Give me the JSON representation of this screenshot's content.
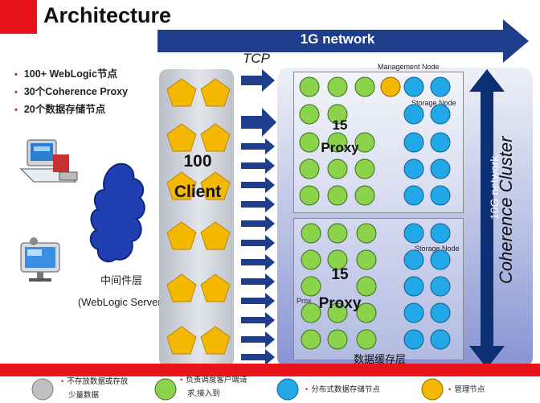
{
  "title": "Architecture",
  "network_1g": "1G network",
  "tcp": "TCP",
  "bullets": [
    "100+ WebLogic节点",
    "30个Coherence Proxy",
    "20个数据存储节点"
  ],
  "client": {
    "count": "100",
    "label": "Client"
  },
  "management_node": "Management Node",
  "storage_node_top": "Storage Node",
  "storage_node_bottom": "Storage Node",
  "proxy_top": {
    "count": "15",
    "label": "Proxy"
  },
  "proxy_bottom": {
    "count": "15",
    "label": "Proxy"
  },
  "proxy_small": "Prox",
  "data_cache_layer": "数据缓存层",
  "network_10g": "10G network",
  "coherence_cluster": "Coherence Cluster",
  "middleware": {
    "label": "中间件层",
    "sub": "(WebLogic Server)"
  },
  "legend": [
    {
      "line1": "不存放数据或存放",
      "line2": "少量数据",
      "color": "#c0c0c0"
    },
    {
      "line1": "负责调度客户端请",
      "line2": "求,接入到",
      "color": "#8cd34c"
    },
    {
      "line1": "分布式数据存储节点",
      "line2": "",
      "color": "#22a8e6"
    },
    {
      "line1": "管理节点",
      "line2": "",
      "color": "#f5b800"
    }
  ],
  "colors": {
    "red": "#e8141b",
    "navy": "#1e3e8c",
    "green": "#8cd34c",
    "blue": "#22a8e6",
    "gold": "#f5b800",
    "grey": "#c0c0c0"
  }
}
